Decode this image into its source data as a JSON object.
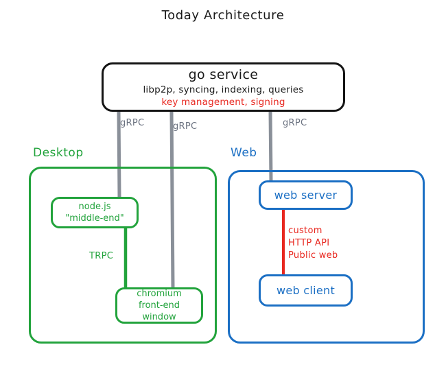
{
  "title": "Today Architecture",
  "colors": {
    "black": "#141414",
    "green": "#22a33c",
    "blue": "#1b6fc4",
    "red": "#e8271f",
    "gray": "#8a9099"
  },
  "nodes": {
    "go_service": {
      "title": "go service",
      "subtitle": "libp2p, syncing, indexing, queries",
      "subtitle_highlight": "key management, signing"
    },
    "node_js": {
      "line1": "node.js",
      "line2": "\"middle-end\""
    },
    "chromium": {
      "line1": "chromium",
      "line2": "front-end",
      "line3": "window"
    },
    "web_server": {
      "label": "web server"
    },
    "web_client": {
      "label": "web client"
    }
  },
  "groups": {
    "desktop": {
      "label": "Desktop"
    },
    "web": {
      "label": "Web"
    }
  },
  "edges": {
    "grpc_node_js": {
      "label": "gRPC"
    },
    "grpc_chromium": {
      "label": "gRPC"
    },
    "grpc_web_server": {
      "label": "gRPC"
    },
    "trpc": {
      "label": "TRPC"
    },
    "http_api": {
      "label": "custom\nHTTP API\nPublic web"
    }
  }
}
